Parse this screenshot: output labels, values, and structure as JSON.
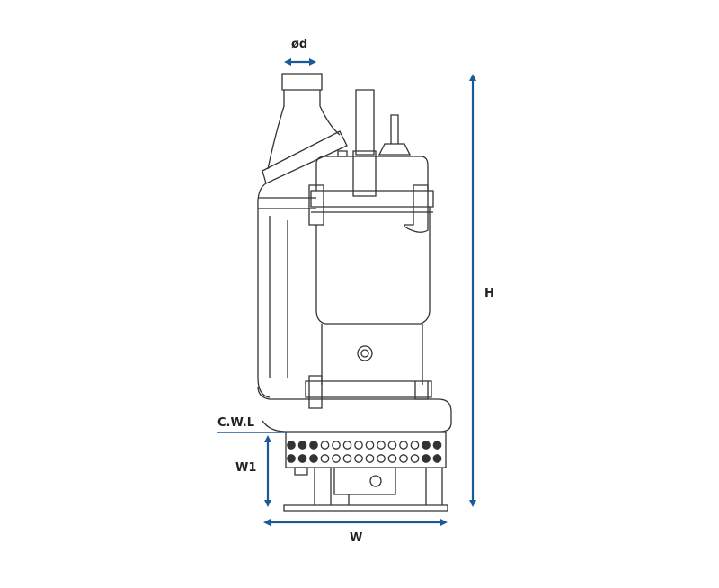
{
  "labels": {
    "outlet_diameter": "ød",
    "height": "H",
    "cwl": "C.W.L",
    "w1": "W1",
    "width": "W"
  },
  "colors": {
    "dimension_arrow": "#1a5a96",
    "outline": "#333333"
  }
}
